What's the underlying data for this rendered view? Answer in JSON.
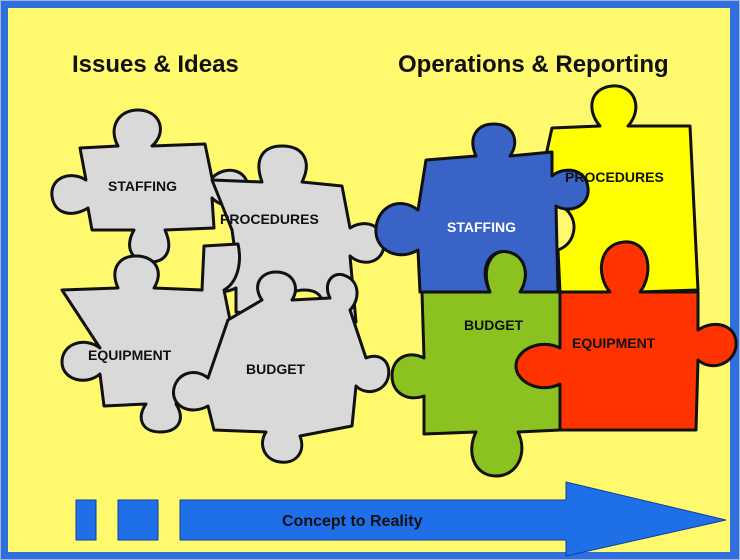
{
  "headings": {
    "left": "Issues & Ideas",
    "right": "Operations & Reporting"
  },
  "scattered_pieces": {
    "staffing": "STAFFING",
    "procedures": "PROCEDURES",
    "equipment": "EQUIPMENT",
    "budget": "BUDGET"
  },
  "assembled_pieces": {
    "staffing": "STAFFING",
    "procedures": "PROCEDURES",
    "budget": "BUDGET",
    "equipment": "EQUIPMENT"
  },
  "arrow": {
    "label": "Concept to Reality"
  },
  "colors": {
    "background": "#fff96d",
    "frame": "#2f6fe0",
    "scattered_piece": "#d9d9d9",
    "staffing": "#3a63c8",
    "procedures": "#ffff00",
    "budget": "#8cc21f",
    "equipment": "#ff3300",
    "arrow": "#1f6fe8"
  }
}
